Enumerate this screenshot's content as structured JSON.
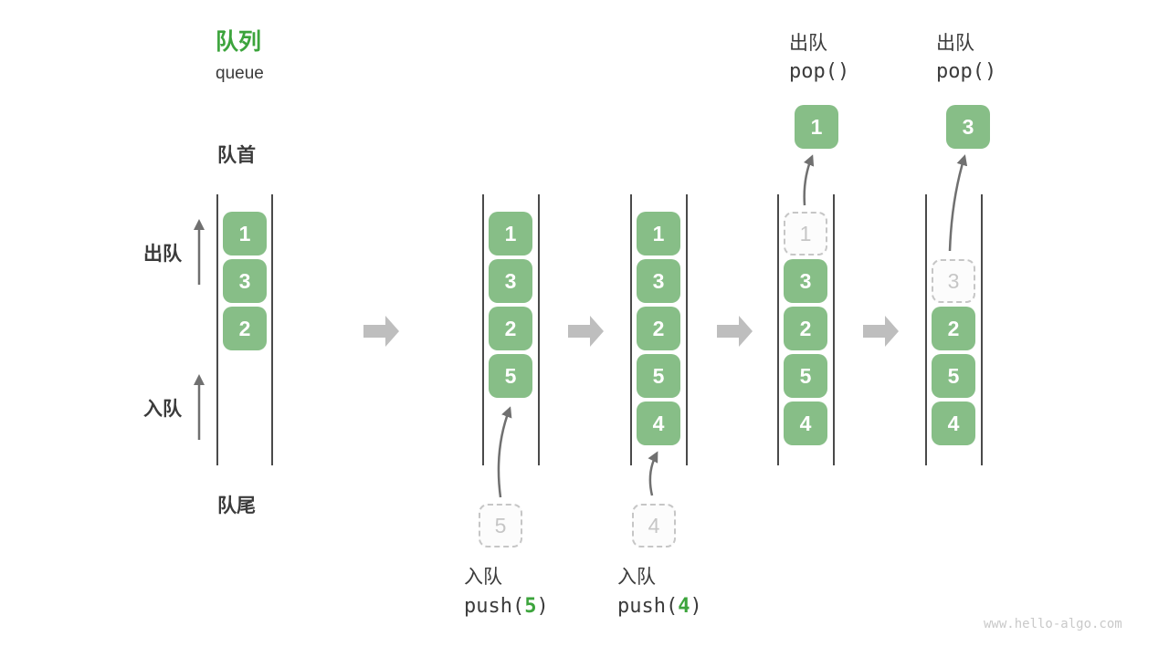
{
  "header": {
    "title_zh": "队列",
    "title_en": "queue"
  },
  "side_labels": {
    "front": "队首",
    "rear": "队尾",
    "dequeue": "出队",
    "enqueue": "入队"
  },
  "queues": {
    "q1": {
      "boxes": [
        "1",
        "3",
        "2"
      ]
    },
    "q2": {
      "boxes": [
        "1",
        "3",
        "2",
        "5"
      ],
      "pending": "5"
    },
    "q3": {
      "boxes": [
        "1",
        "3",
        "2",
        "5",
        "4"
      ],
      "pending": "4"
    },
    "q4": {
      "ghost": "1",
      "boxes": [
        "3",
        "2",
        "5",
        "4"
      ],
      "popped": "1"
    },
    "q5": {
      "ghost": "3",
      "boxes": [
        "2",
        "5",
        "4"
      ],
      "popped": "3"
    }
  },
  "operations": {
    "push5": {
      "label": "入队",
      "fn_open": "push(",
      "arg": "5",
      "fn_close": ")"
    },
    "push4": {
      "label": "入队",
      "fn_open": "push(",
      "arg": "4",
      "fn_close": ")"
    },
    "pop1": {
      "label": "出队",
      "code": "pop()"
    },
    "pop2": {
      "label": "出队",
      "code": "pop()"
    }
  },
  "watermark": "www.hello-algo.com",
  "colors": {
    "box_green": "#87BE87",
    "accent_green": "#3CA43C",
    "text_dark": "#3B3B3B",
    "block_arrow_gray": "#BEBEBE",
    "thin_arrow_gray": "#707070",
    "ghost_gray": "#C6C6C6"
  }
}
